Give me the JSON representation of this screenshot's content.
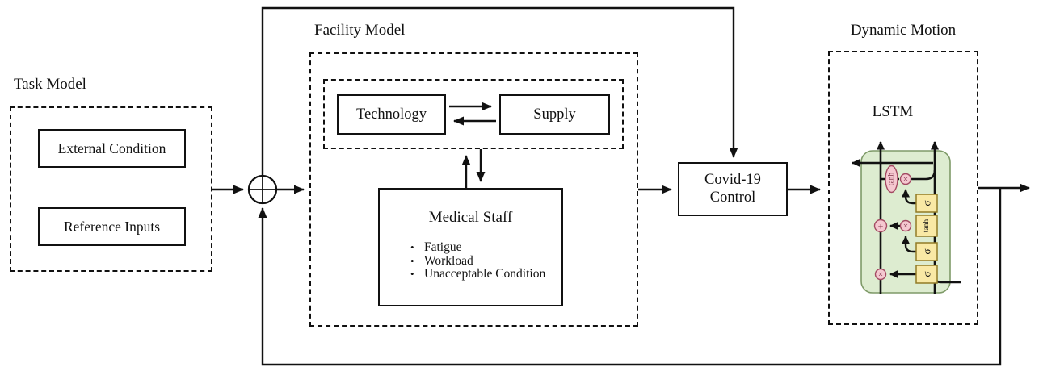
{
  "task_model": {
    "title": "Task Model",
    "external_condition": "External Condition",
    "reference_inputs": "Reference Inputs"
  },
  "facility_model": {
    "title": "Facility Model",
    "technology": "Technology",
    "supply": "Supply",
    "medical_staff": {
      "title": "Medical Staff",
      "bullet_char": "•",
      "bullets": [
        "Fatigue",
        "Workload",
        "Unacceptable Condition"
      ],
      "icon": {
        "name": "sync-arrow-icon",
        "color": "#1a73e8"
      }
    }
  },
  "covid_control": {
    "line1": "Covid-19",
    "line2": "Control"
  },
  "dynamic_motion": {
    "title": "Dynamic Motion",
    "lstm": {
      "label": "LSTM",
      "cell_activation": "tanh",
      "output_gate": "σ",
      "candidate_gate": "tanh",
      "input_gate": "σ",
      "forget_gate": "σ",
      "multiply_symbol": "×",
      "add_symbol": "+"
    }
  },
  "colors": {
    "line": "#111111",
    "lstm_cell_fill": "#ddecd0",
    "lstm_cell_border": "#7e9a68",
    "gate_fill": "#f9e9a5",
    "gate_border": "#917b26",
    "op_fill": "#f5c8d0",
    "op_border": "#a34a62",
    "icon_blue": "#1a73e8"
  }
}
